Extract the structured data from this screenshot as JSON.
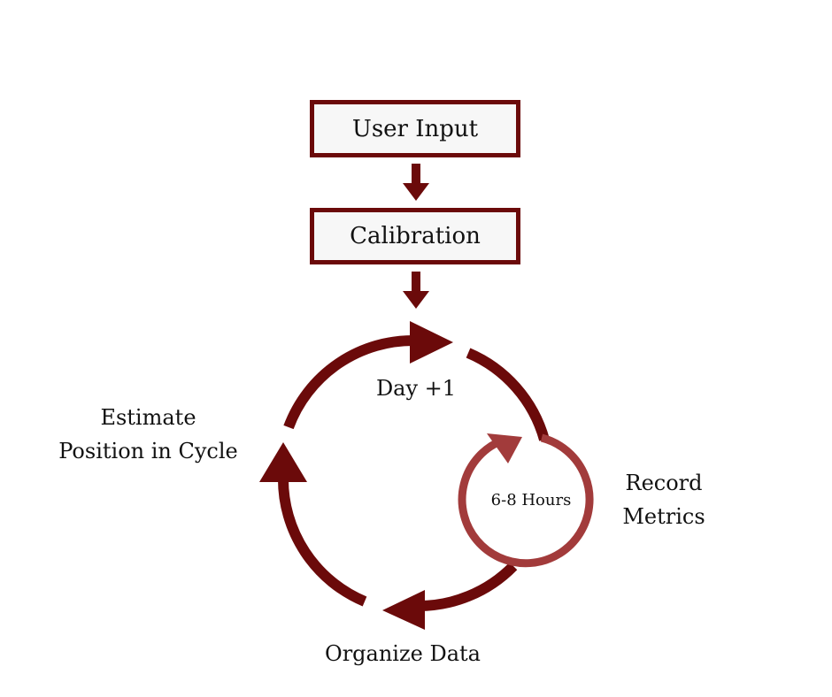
{
  "nodes": {
    "user_input": "User Input",
    "calibration": "Calibration"
  },
  "cycle": {
    "day": "Day +1",
    "estimate_line1": "Estimate",
    "estimate_line2": "Position in Cycle",
    "record_line1": "Record",
    "record_line2": "Metrics",
    "organize": "Organize Data",
    "inner_loop": "6-8 Hours"
  },
  "colors": {
    "primary": "#6b0a0a",
    "inner_loop": "#a23b3b"
  }
}
